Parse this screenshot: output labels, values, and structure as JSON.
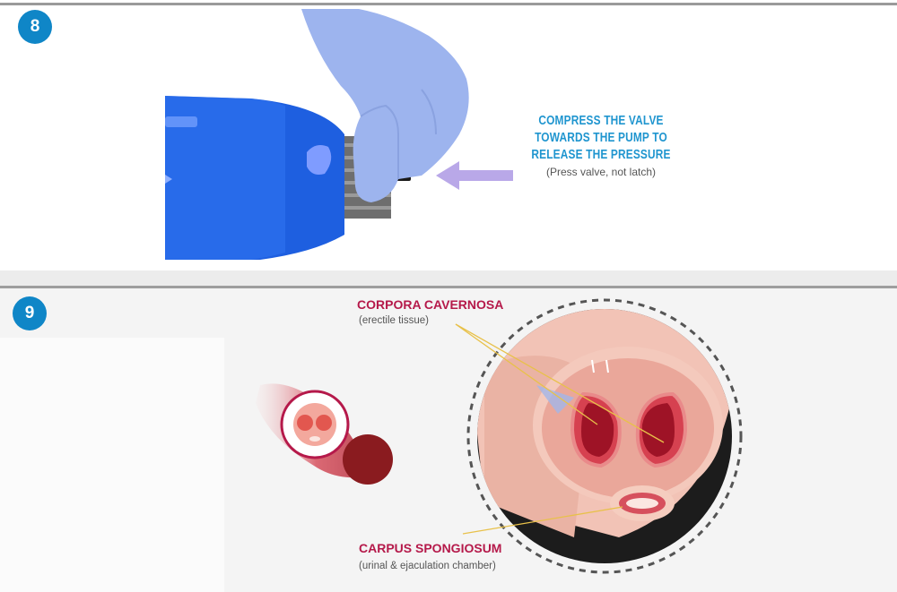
{
  "step8": {
    "number": "8",
    "instruction_lines": [
      "COMPRESS THE VALVE",
      "TOWARDS THE PUMP TO",
      "RELEASE THE PRESSURE"
    ],
    "note": "(Press valve, not latch)"
  },
  "step9": {
    "number": "9",
    "corpora_label": "CORPORA CAVERNOSA",
    "corpora_sub": "(erectile tissue)",
    "spongiosum_label": "CARPUS SPONGIOSUM",
    "spongiosum_sub": "(urinal & ejaculation chamber)"
  },
  "colors": {
    "badge": "#0f86c7",
    "headline_blue": "#1f95cf",
    "label_red": "#b5194a",
    "pump_blue": "#1e5fe0",
    "glove": "#9db4ee",
    "arrow": "#b9a8e8"
  }
}
